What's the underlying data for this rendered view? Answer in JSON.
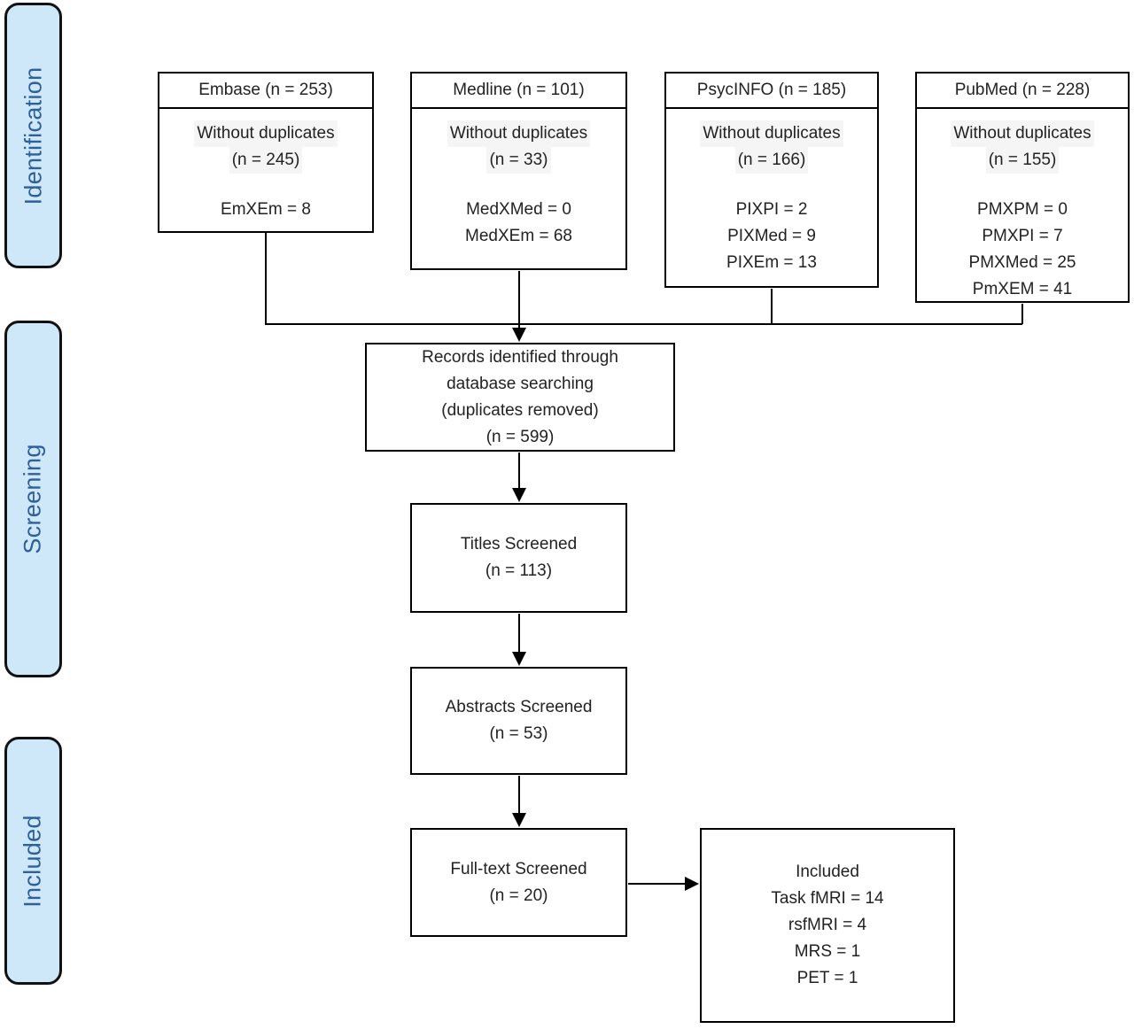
{
  "palette": {
    "label_fill": "#cfe8f9",
    "label_text": "#2e5f98",
    "line_color": "#000000"
  },
  "side_labels": [
    {
      "label": "Identification"
    },
    {
      "label": "Screening"
    },
    {
      "label": "Included"
    }
  ],
  "source_boxes": [
    {
      "title": "Embase (n = 253)",
      "dup_lines": [
        "Without duplicates",
        "(n = 245)"
      ],
      "cross_lines": [
        "EmXEm = 8"
      ]
    },
    {
      "title": "Medline (n = 101)",
      "dup_lines": [
        "Without duplicates",
        "(n = 33)"
      ],
      "cross_lines": [
        "MedXMed = 0",
        "MedXEm = 68"
      ]
    },
    {
      "title": "PsycINFO (n = 185)",
      "dup_lines": [
        "Without duplicates",
        "(n = 166)"
      ],
      "cross_lines": [
        "PIXPI = 2",
        "PIXMed = 9",
        "PIXEm = 13"
      ]
    },
    {
      "title": "PubMed (n = 228)",
      "dup_lines": [
        "Without duplicates",
        "(n = 155)"
      ],
      "cross_lines": [
        "PMXPM = 0",
        "PMXPI = 7",
        "PMXMed = 25",
        "PmXEM = 41"
      ]
    }
  ],
  "flow_boxes": [
    {
      "lines": [
        "Records identified through",
        "database searching",
        "(duplicates removed)",
        "(n = 599)"
      ]
    },
    {
      "lines": [
        "Titles Screened",
        "(n = 113)"
      ]
    },
    {
      "lines": [
        "Abstracts Screened",
        "(n = 53)"
      ]
    },
    {
      "lines": [
        "Full-text Screened",
        "(n = 20)"
      ]
    }
  ],
  "included_box": {
    "lines": [
      "Included",
      "Task fMRI = 14",
      "rsfMRI = 4",
      "MRS = 1",
      "PET = 1"
    ]
  }
}
